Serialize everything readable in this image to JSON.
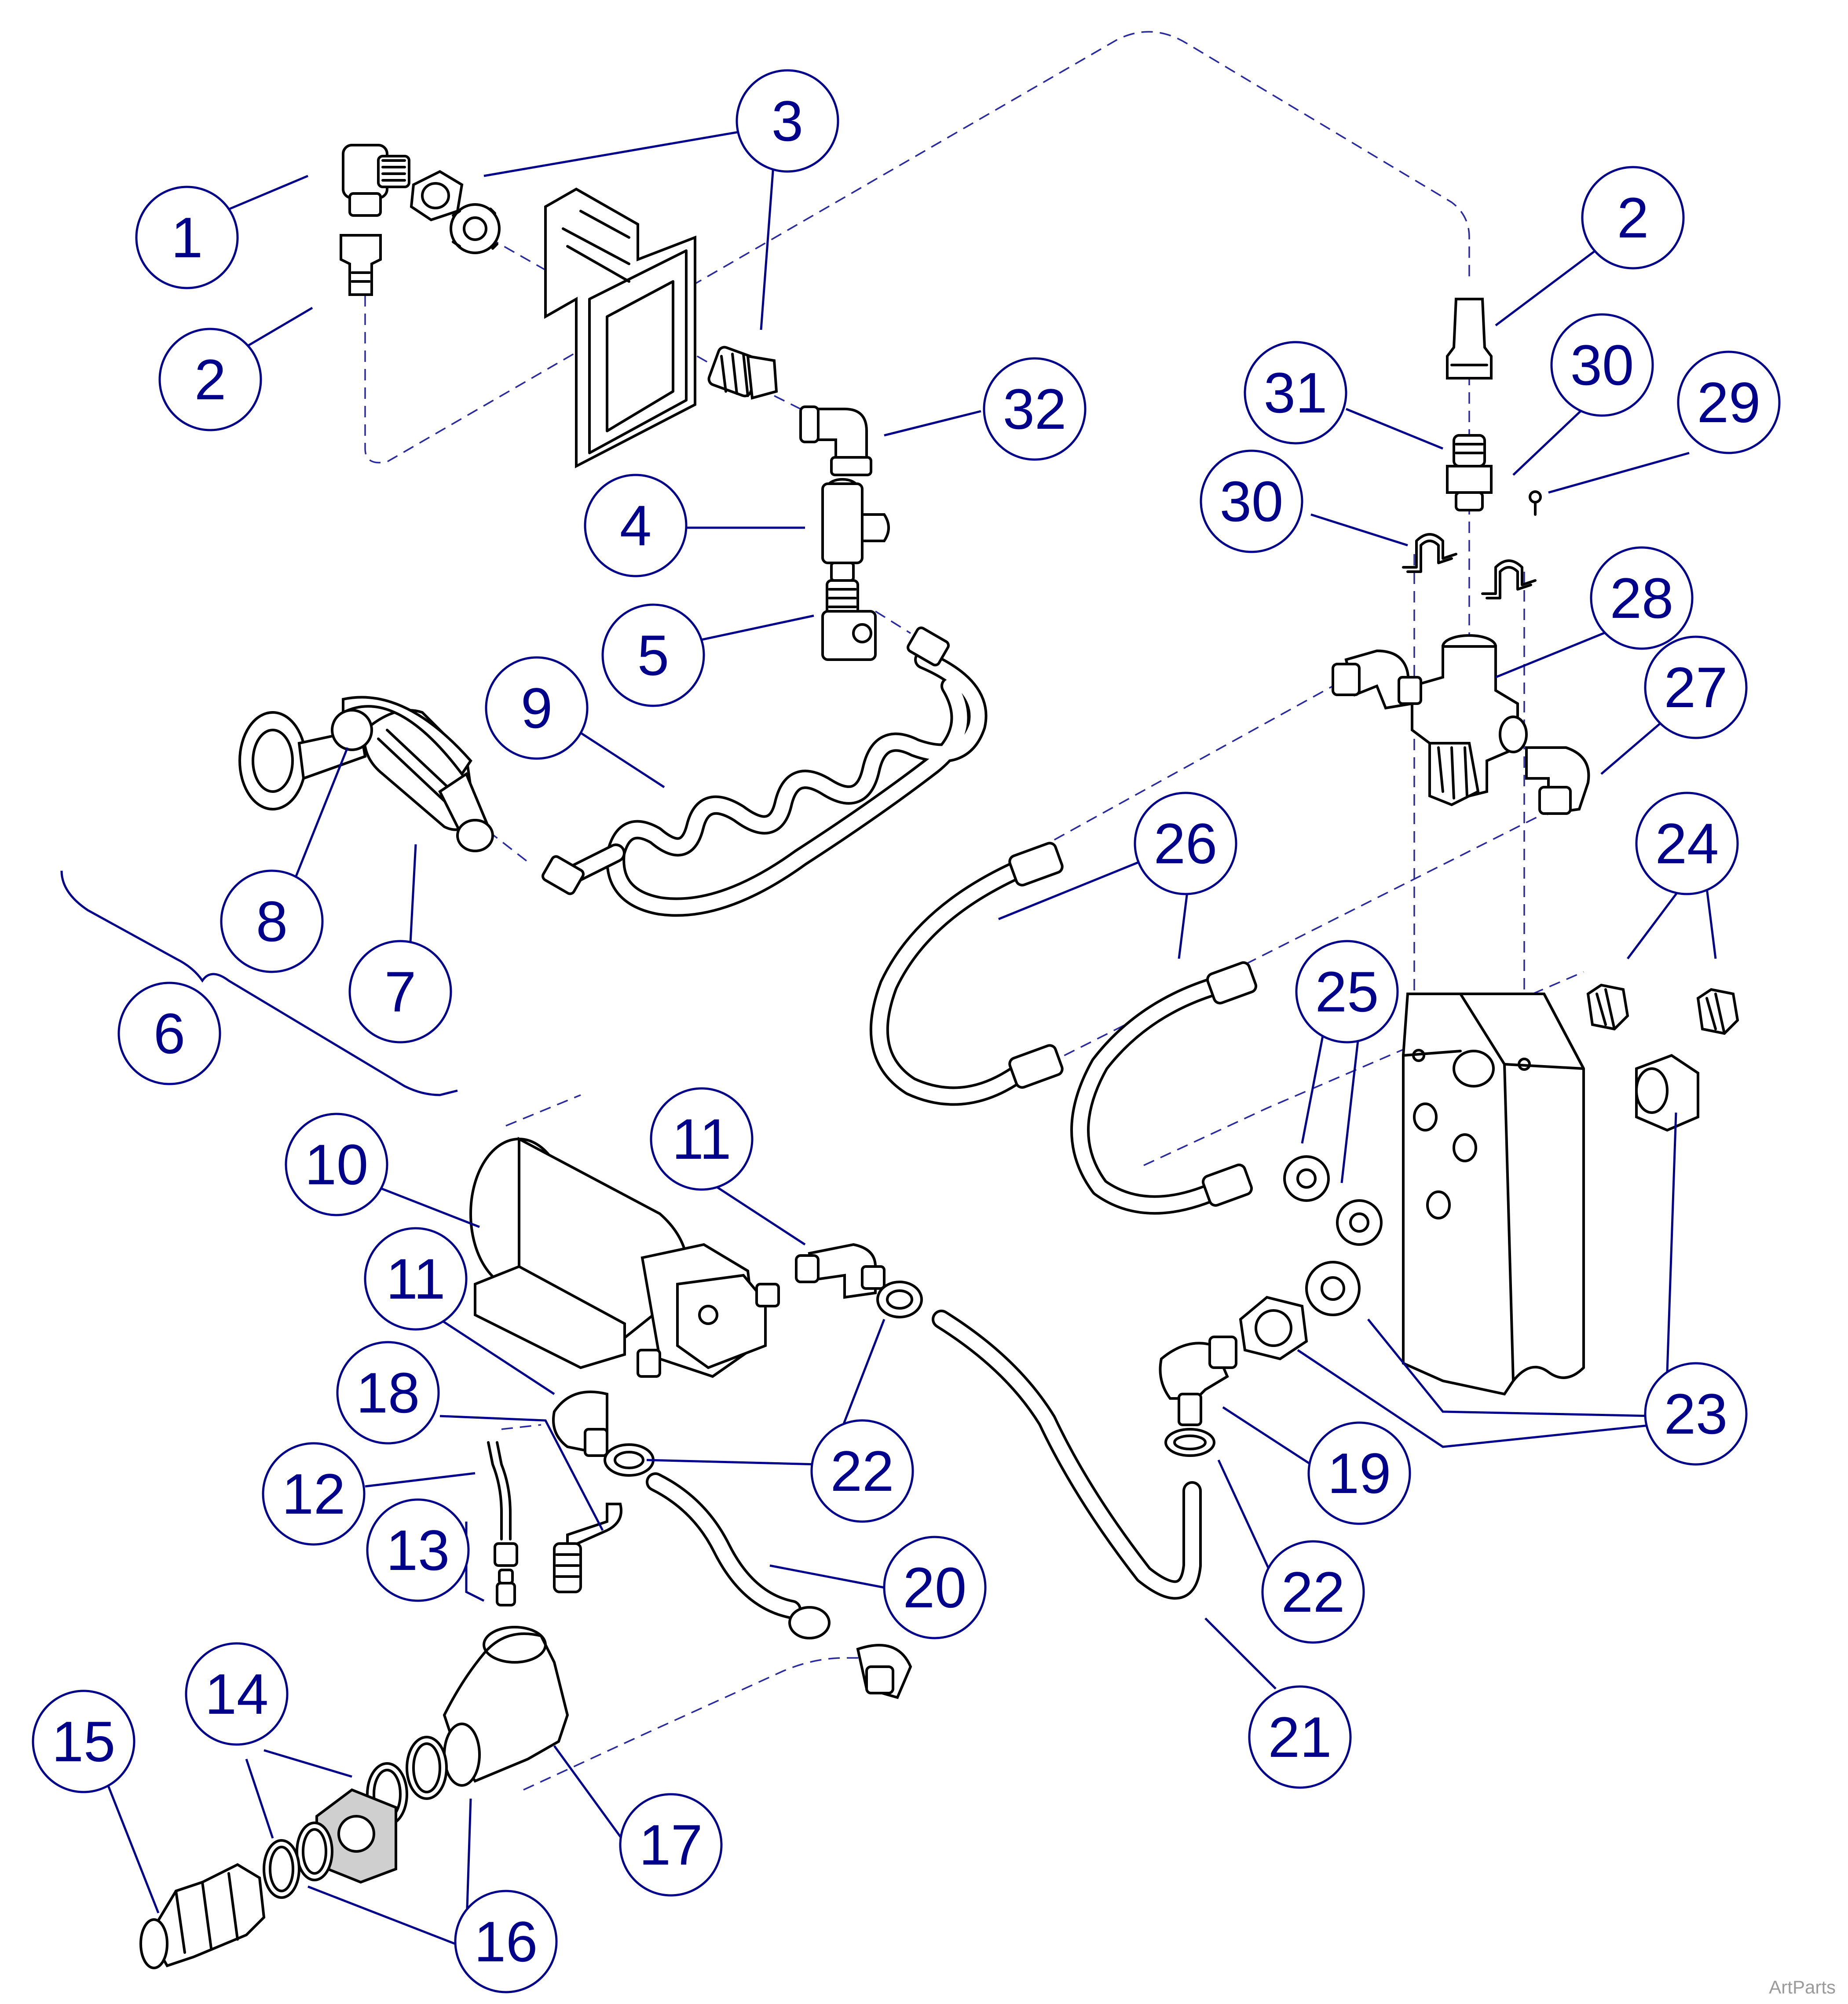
{
  "diagram": {
    "callouts": [
      {
        "id": "c1",
        "label": "1"
      },
      {
        "id": "c2a",
        "label": "2"
      },
      {
        "id": "c3",
        "label": "3"
      },
      {
        "id": "c4",
        "label": "4"
      },
      {
        "id": "c5",
        "label": "5"
      },
      {
        "id": "c6",
        "label": "6"
      },
      {
        "id": "c7",
        "label": "7"
      },
      {
        "id": "c8",
        "label": "8"
      },
      {
        "id": "c9",
        "label": "9"
      },
      {
        "id": "c32",
        "label": "32"
      },
      {
        "id": "c2b",
        "label": "2"
      },
      {
        "id": "c31",
        "label": "31"
      },
      {
        "id": "c30a",
        "label": "30"
      },
      {
        "id": "c30b",
        "label": "30"
      },
      {
        "id": "c29",
        "label": "29"
      },
      {
        "id": "c28",
        "label": "28"
      },
      {
        "id": "c27",
        "label": "27"
      },
      {
        "id": "c26",
        "label": "26"
      },
      {
        "id": "c24",
        "label": "24"
      },
      {
        "id": "c25",
        "label": "25"
      },
      {
        "id": "c23",
        "label": "23"
      },
      {
        "id": "c10",
        "label": "10"
      },
      {
        "id": "c11a",
        "label": "11"
      },
      {
        "id": "c11b",
        "label": "11"
      },
      {
        "id": "c18",
        "label": "18"
      },
      {
        "id": "c12",
        "label": "12"
      },
      {
        "id": "c13",
        "label": "13"
      },
      {
        "id": "c22a",
        "label": "22"
      },
      {
        "id": "c20",
        "label": "20"
      },
      {
        "id": "c19",
        "label": "19"
      },
      {
        "id": "c22b",
        "label": "22"
      },
      {
        "id": "c21",
        "label": "21"
      },
      {
        "id": "c14",
        "label": "14"
      },
      {
        "id": "c15",
        "label": "15"
      },
      {
        "id": "c16",
        "label": "16"
      },
      {
        "id": "c17",
        "label": "17"
      }
    ],
    "colors": {
      "callout": "#00008b",
      "linework": "#000000",
      "dashed": "#2a2aa0"
    }
  },
  "watermark": "ArtParts"
}
